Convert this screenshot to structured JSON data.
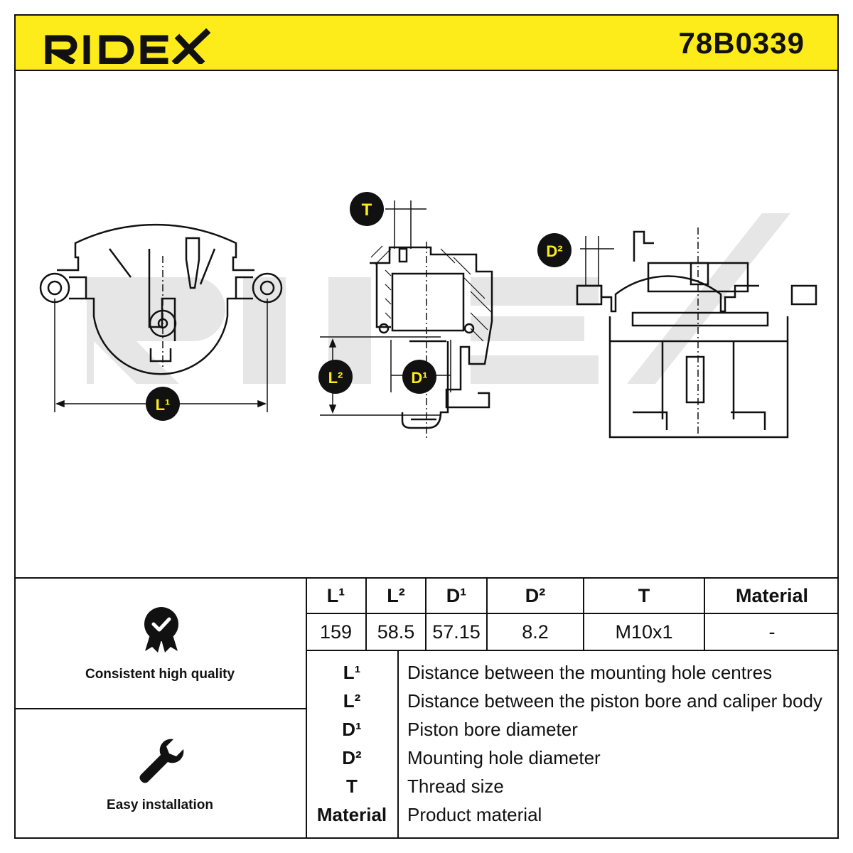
{
  "header": {
    "brand": "RIDEX",
    "part_number": "78B0339",
    "brand_color": "#fdeb1a"
  },
  "drawing": {
    "labels": {
      "t": "T",
      "l1": "L¹",
      "l2": "L²",
      "d1": "D¹",
      "d2": "D²"
    },
    "watermark": "RIDEX"
  },
  "features": [
    {
      "label": "Consistent high quality",
      "icon": "quality-badge-icon"
    },
    {
      "label": "Easy installation",
      "icon": "wrench-icon"
    }
  ],
  "dimensions_table": {
    "headers": [
      "L¹",
      "L²",
      "D¹",
      "D²",
      "T",
      "Material"
    ],
    "values": [
      "159",
      "58.5",
      "57.15",
      "8.2",
      "M10x1",
      "-"
    ]
  },
  "legend": [
    {
      "key": "L¹",
      "desc": "Distance between the mounting hole centres"
    },
    {
      "key": "L²",
      "desc": "Distance between the piston bore and caliper body"
    },
    {
      "key": "D¹",
      "desc": "Piston bore diameter"
    },
    {
      "key": "D²",
      "desc": "Mounting hole diameter"
    },
    {
      "key": "T",
      "desc": "Thread size"
    },
    {
      "key": "Material",
      "desc": "Product material"
    }
  ]
}
